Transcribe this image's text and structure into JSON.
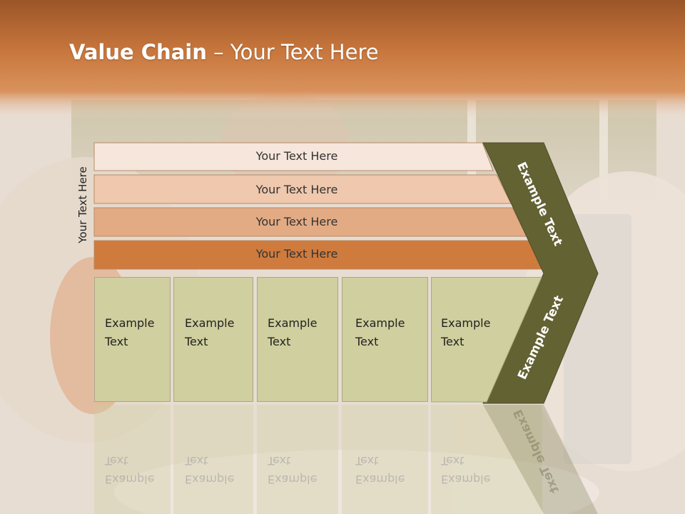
{
  "slide": {
    "title_bold": "Value Chain",
    "title_rest": " – Your Text Here",
    "side_label": "Your Text Here"
  },
  "bars": [
    {
      "label": "Your Text Here",
      "color": "#f6e6dc"
    },
    {
      "label": "Your Text Here",
      "color": "#efc8ad"
    },
    {
      "label": "Your Text Here",
      "color": "#e3ab84"
    },
    {
      "label": "Your Text Here",
      "color": "#cf7b3e"
    }
  ],
  "boxes": [
    {
      "line1": "Example",
      "line2": "Text"
    },
    {
      "line1": "Example",
      "line2": "Text"
    },
    {
      "line1": "Example",
      "line2": "Text"
    },
    {
      "line1": "Example",
      "line2": "Text"
    },
    {
      "line1": "Example",
      "line2": "Text"
    }
  ],
  "chevron": {
    "top_label": "Example Text",
    "bottom_label": "Example Text",
    "color": "#636233"
  },
  "colors": {
    "header": "#c7763c",
    "box_fill": "#cfcf9f"
  }
}
